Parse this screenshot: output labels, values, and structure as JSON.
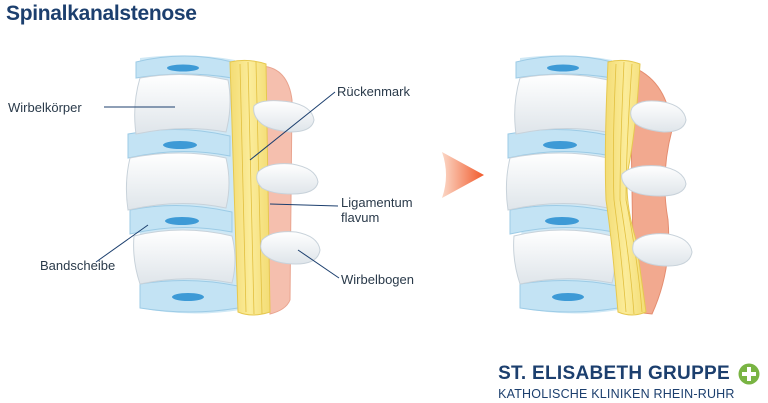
{
  "title": "Spinalkanalstenose",
  "labels": {
    "wirbelkoerper": "Wirbelkörper",
    "bandscheibe": "Bandscheibe",
    "rueckenmark": "Rückenmark",
    "ligamentum_line1": "Ligamentum",
    "ligamentum_line2": "flavum",
    "wirbelbogen": "Wirbelbogen"
  },
  "brand": {
    "name": "ST. ELISABETH GRUPPE",
    "subtitle": "KATHOLISCHE KLINIKEN RHEIN-RUHR",
    "icon": "green-cross-logo-icon"
  },
  "colors": {
    "title": "#1c3f6e",
    "disc": "#bfe1f3",
    "disc_core": "#3f9fd8",
    "bone": "#f7f9fb",
    "spinal_cord": "#f7e27a",
    "ligament": "#f4b7a4",
    "arrow": "#f46a3c",
    "logo_green": "#79b443"
  }
}
